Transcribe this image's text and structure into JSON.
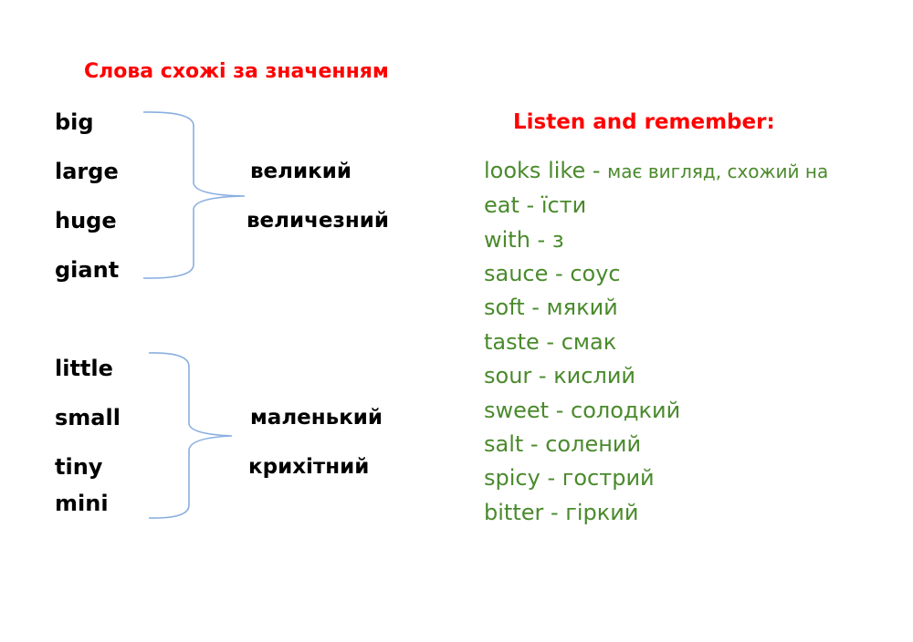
{
  "synonyms": {
    "title": "Слова схожі за значенням",
    "group1": {
      "words": [
        "big",
        "large",
        "huge",
        "giant"
      ],
      "translations": [
        "великий",
        "величезний"
      ]
    },
    "group2": {
      "words": [
        "little",
        "small",
        "tiny",
        "mini"
      ],
      "translations": [
        "маленький",
        "крихітний"
      ]
    }
  },
  "vocabulary": {
    "title": "Listen and remember:",
    "items": [
      {
        "en": "looks like",
        "sep": " - ",
        "uk": "має вигляд, схожий на"
      },
      {
        "en": "eat",
        "sep": " - ",
        "uk": "їсти"
      },
      {
        "en": "with",
        "sep": " - ",
        "uk": "з"
      },
      {
        "en": "sauce",
        "sep": " - ",
        "uk": "соус"
      },
      {
        "en": "soft",
        "sep": " - ",
        "uk": "мякий"
      },
      {
        "en": "taste",
        "sep": " - ",
        "uk": "смак"
      },
      {
        "en": "sour",
        "sep": " - ",
        "uk": "кислий"
      },
      {
        "en": "sweet",
        "sep": " - ",
        "uk": "солодкий"
      },
      {
        "en": "salt",
        "sep": " - ",
        "uk": "солений"
      },
      {
        "en": "spicy",
        "sep": " - ",
        "uk": "гострий"
      },
      {
        "en": "bitter",
        "sep": " - ",
        "uk": "гіркий"
      }
    ]
  },
  "colors": {
    "heading": "#ff0000",
    "vocab": "#4a8a2c",
    "brace": "#8aaee0"
  }
}
